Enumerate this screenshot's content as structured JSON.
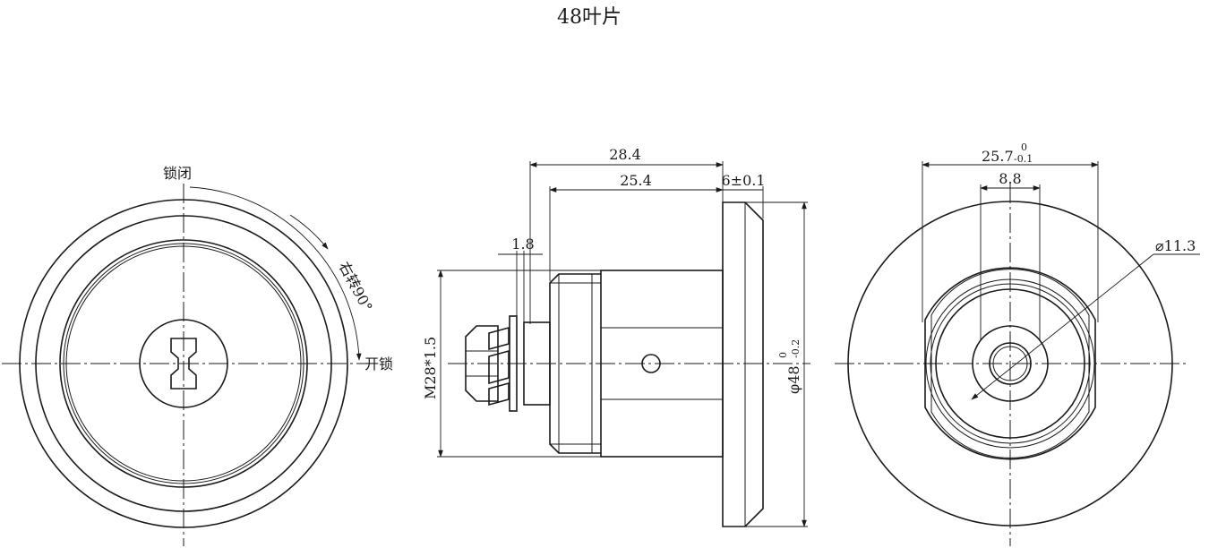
{
  "title": "48叶片",
  "front_view": {
    "label_closed": "锁闭",
    "label_open": "开锁",
    "rotation_note": "右转90°"
  },
  "side_view": {
    "dim_overall": "28.4",
    "dim_body": "25.4",
    "dim_flange": "6±0.1",
    "dim_washer": "1.8",
    "dim_thread": "M28*1.5",
    "dim_dia_prefix": "φ48",
    "dim_dia_tol_upper": "0",
    "dim_dia_tol_lower": "-0.2"
  },
  "rear_view": {
    "dim_width_base": "25.7",
    "dim_width_tol_upper": "0",
    "dim_width_tol_lower": "-0.1",
    "dim_inner": "8.8",
    "dim_hole": "⌀11.3"
  }
}
